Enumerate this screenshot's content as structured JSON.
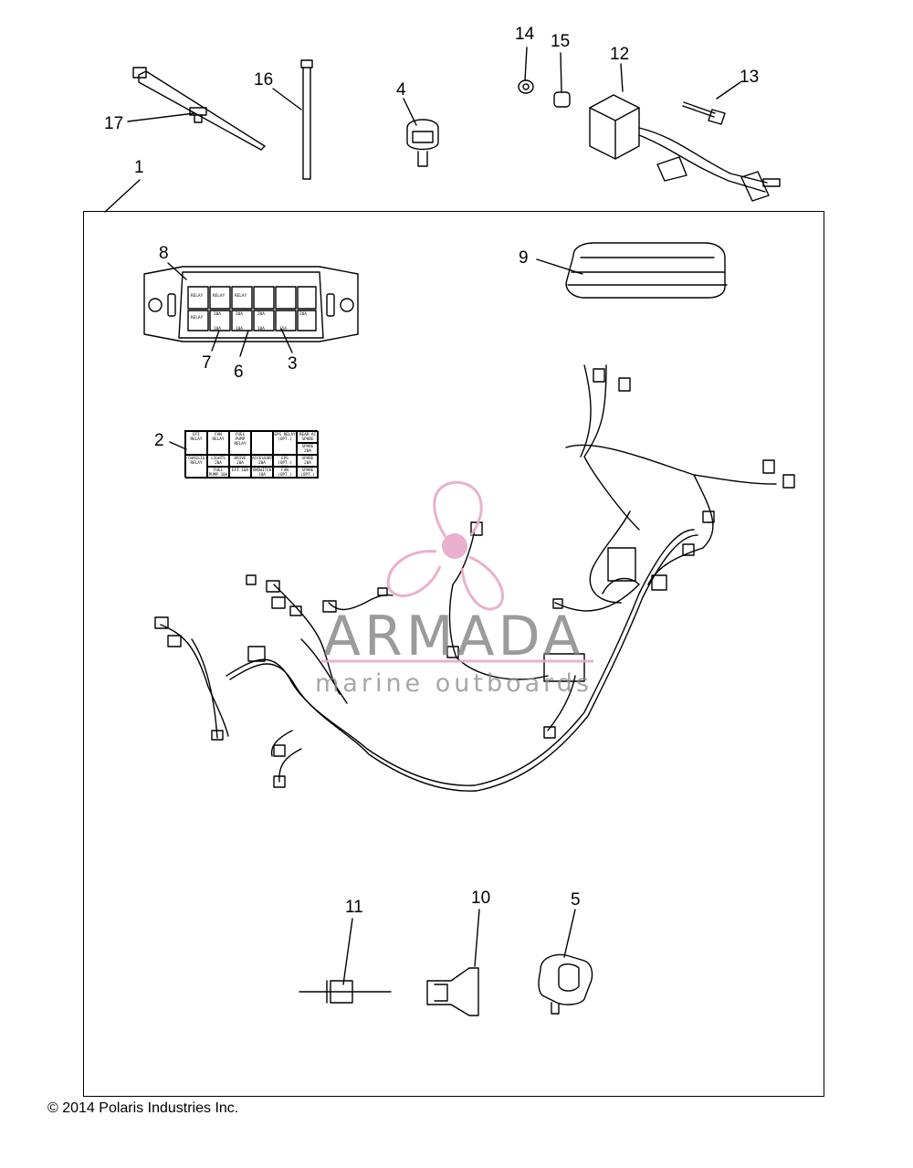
{
  "diagram": {
    "callouts": [
      {
        "id": "c1",
        "text": "1"
      },
      {
        "id": "c2",
        "text": "2"
      },
      {
        "id": "c3",
        "text": "3"
      },
      {
        "id": "c4",
        "text": "4"
      },
      {
        "id": "c5",
        "text": "5"
      },
      {
        "id": "c6",
        "text": "6"
      },
      {
        "id": "c7",
        "text": "7"
      },
      {
        "id": "c8",
        "text": "8"
      },
      {
        "id": "c9",
        "text": "9"
      },
      {
        "id": "c10",
        "text": "10"
      },
      {
        "id": "c11",
        "text": "11"
      },
      {
        "id": "c12",
        "text": "12"
      },
      {
        "id": "c13",
        "text": "13"
      },
      {
        "id": "c14",
        "text": "14"
      },
      {
        "id": "c15",
        "text": "15"
      },
      {
        "id": "c16",
        "text": "16"
      },
      {
        "id": "c17",
        "text": "17"
      }
    ],
    "fuse_label": {
      "r1c1": "EFI RELAY",
      "r1c2": "FAN RELAY",
      "r1c3": "FUEL PUMP RELAY",
      "r1c5": "EPS RELAY (OPT.)",
      "r1c6a": "REAR AC SPARE",
      "r1c6b": "SPARE 20A",
      "r2c1": "CHASSIS RELAY",
      "r2c2a": "LIGHTS 20A",
      "r2c2b": "FUEL PUMP 10A",
      "r2c3a": "DRIVE 20A",
      "r2c3b": "EFI 10A",
      "r2c4a": "ACCESSORY 20A",
      "r2c4b": "UNSWITCH 10A",
      "r2c5a": "EPS (OPT.) 10A",
      "r2c5b": "FAN (OPT.) 15A",
      "r2c6a": "SPARE 20A",
      "r2c6b": "SPARE (OPT.) 20A"
    },
    "relay_box_text": {
      "relay": "RELAY",
      "f20": "20A",
      "f10": "10A",
      "f15": "15A"
    },
    "copyright": "© 2014 Polaris Industries Inc."
  },
  "watermark": {
    "word": "ARMADA",
    "sub": "marine outboards",
    "color": "#e7a9c8"
  }
}
